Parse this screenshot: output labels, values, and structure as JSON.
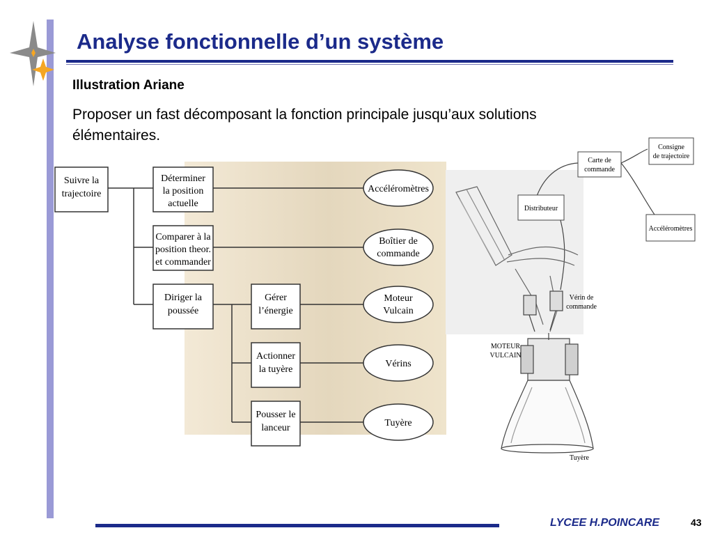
{
  "title": "Analyse fonctionnelle d’un système",
  "subtitle": "Illustration Ariane",
  "body": "Proposer un fast décomposant la fonction principale jusqu’aux solutions élémentaires.",
  "fast": {
    "root": [
      "Suivre la",
      "trajectoire"
    ],
    "functions": [
      [
        "Déterminer",
        "la position",
        "actuelle"
      ],
      [
        "Comparer à la",
        "position theor.",
        "et commander"
      ],
      [
        "Diriger la",
        "poussée"
      ]
    ],
    "subfunctions": [
      [
        "Gérer",
        "l’énergie"
      ],
      [
        "Actionner",
        "la tuyère"
      ],
      [
        "Pousser le",
        "lanceur"
      ]
    ],
    "solutions": [
      [
        "Accéléromètres"
      ],
      [
        "Boîtier de",
        "commande"
      ],
      [
        "Moteur",
        "Vulcain"
      ],
      [
        "Vérins"
      ],
      [
        "Tuyère"
      ]
    ]
  },
  "engine_diagram": {
    "consigne": [
      "Consigne",
      "de trajectoire"
    ],
    "carte": [
      "Carte de",
      "commande"
    ],
    "distributeur": "Distributeur",
    "accelerometres": "Accéléromètres",
    "verin": [
      "Vérin de",
      "commande"
    ],
    "moteur": [
      "MOTEUR",
      "VULCAIN"
    ],
    "tuyere": "Tuyère"
  },
  "footer": {
    "school": "LYCEE H.POINCARE",
    "page": "43"
  },
  "colors": {
    "title": "#1b2a8a",
    "bar": "#9a9ad6",
    "star_gray": "#8a8a8a",
    "star_orange": "#f5a623"
  }
}
